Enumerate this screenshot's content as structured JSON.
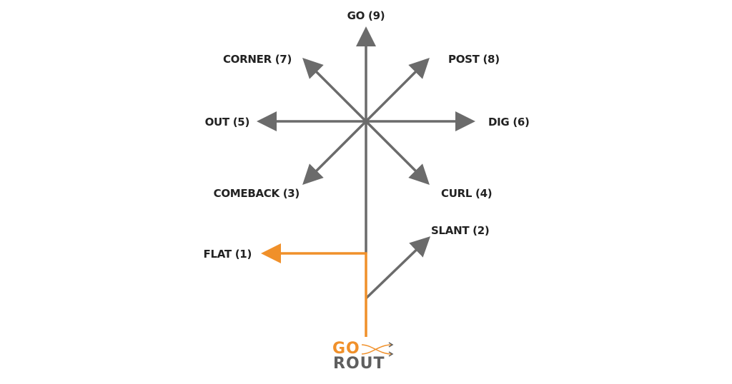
{
  "colors": {
    "route_gray": "#6b6b6b",
    "highlight_orange": "#f0902a",
    "label_text": "#222222",
    "logo_gray": "#5f5f5f"
  },
  "routes": {
    "go": "GO (9)",
    "post": "POST (8)",
    "corner": "CORNER (7)",
    "dig": "DIG (6)",
    "out": "OUT (5)",
    "curl": "CURL (4)",
    "comeback": "COMEBACK (3)",
    "slant": "SLANT (2)",
    "flat": "FLAT (1)"
  },
  "highlighted_route": "flat",
  "logo": {
    "line1": "GO",
    "line2": "ROUT"
  }
}
